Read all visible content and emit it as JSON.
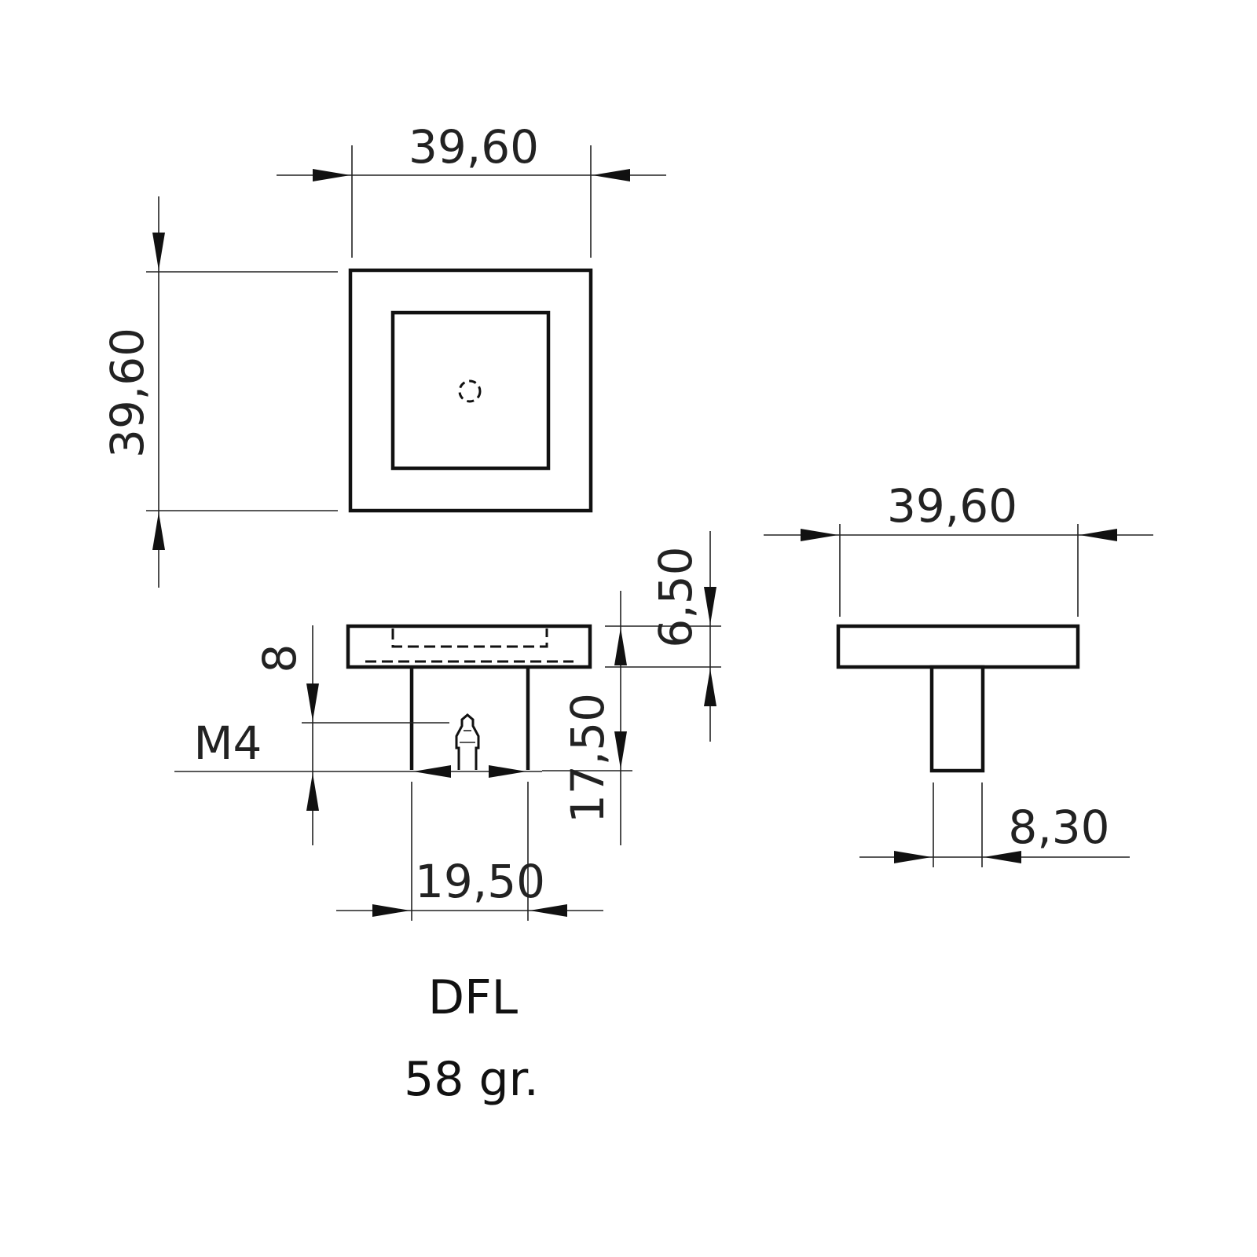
{
  "drawing": {
    "model": "DFL",
    "weight": "58 gr."
  },
  "dimensions": {
    "top_width": "39,60",
    "top_height": "39,60",
    "side_width": "39,60",
    "base_thickness": "6,50",
    "stem_height": "17,50",
    "thread_depth": "8",
    "thread": "M4",
    "stem_width": "19,50",
    "side_stem_width": "8,30"
  }
}
